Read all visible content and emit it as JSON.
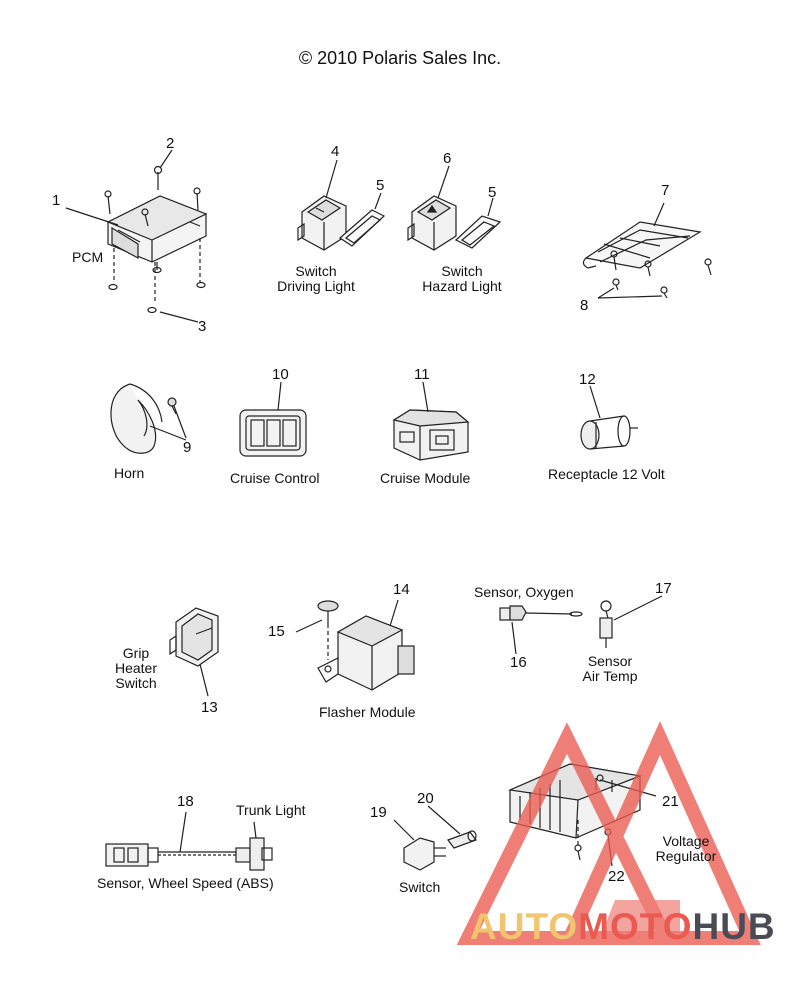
{
  "copyright": "© 2010 Polaris Sales Inc.",
  "parts": [
    {
      "num": "1",
      "label": "PCM"
    },
    {
      "num": "2",
      "label": ""
    },
    {
      "num": "3",
      "label": ""
    },
    {
      "num": "4",
      "label": "Switch\nDriving Light"
    },
    {
      "num": "5",
      "label": ""
    },
    {
      "num": "6",
      "label": "Switch\nHazard Light"
    },
    {
      "num": "7",
      "label": ""
    },
    {
      "num": "8",
      "label": ""
    },
    {
      "num": "9",
      "label": "Horn"
    },
    {
      "num": "10",
      "label": "Cruise Control"
    },
    {
      "num": "11",
      "label": "Cruise Module"
    },
    {
      "num": "12",
      "label": "Receptacle 12 Volt"
    },
    {
      "num": "13",
      "label": "Grip\nHeater\nSwitch"
    },
    {
      "num": "14",
      "label": "Flasher Module"
    },
    {
      "num": "15",
      "label": ""
    },
    {
      "num": "16",
      "label": "Sensor, Oxygen"
    },
    {
      "num": "17",
      "label": "Sensor\nAir Temp"
    },
    {
      "num": "18",
      "label": "Sensor, Wheel Speed (ABS)"
    },
    {
      "num": "19",
      "label": "Switch"
    },
    {
      "num": "20",
      "label": "Trunk Light"
    },
    {
      "num": "21",
      "label": "Voltage\nRegulator"
    },
    {
      "num": "22",
      "label": ""
    }
  ],
  "watermark": {
    "part1": "AUTO",
    "part2": "MOTO",
    "part3": "HUB",
    "colors": {
      "part1": "#f3c46e",
      "part2": "#ea5a50",
      "part3": "#4b4b55"
    }
  }
}
